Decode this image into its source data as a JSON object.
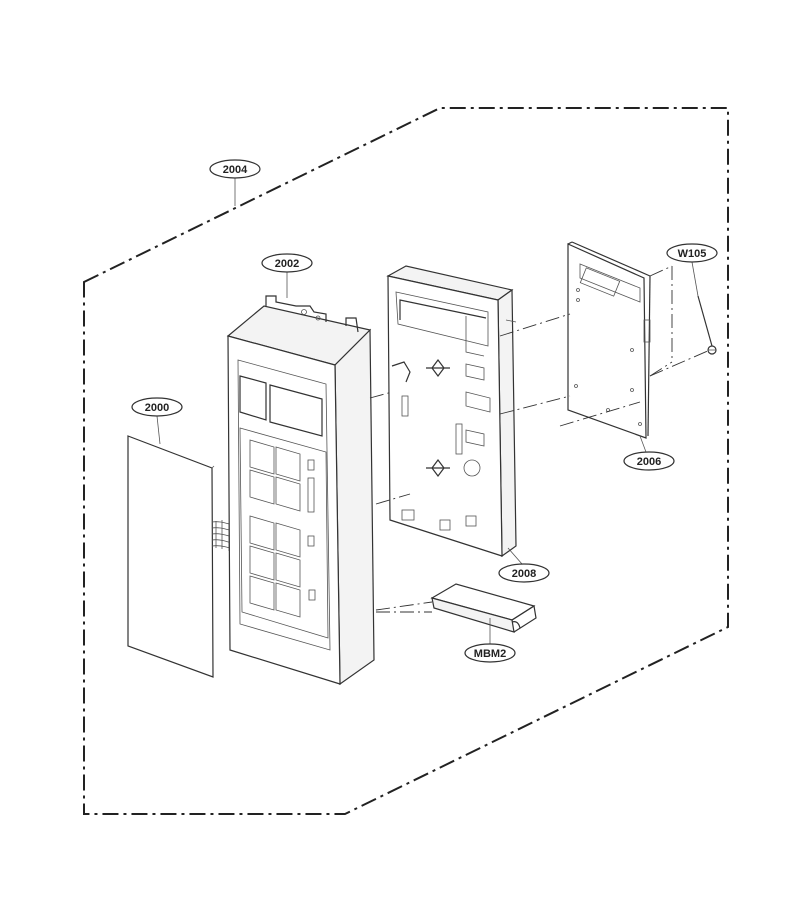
{
  "diagram": {
    "callouts": {
      "c2004": "2004",
      "c2002": "2002",
      "c2000": "2000",
      "c2008": "2008",
      "c2006": "2006",
      "cW105": "W105",
      "cMBM2": "MBM2"
    }
  }
}
